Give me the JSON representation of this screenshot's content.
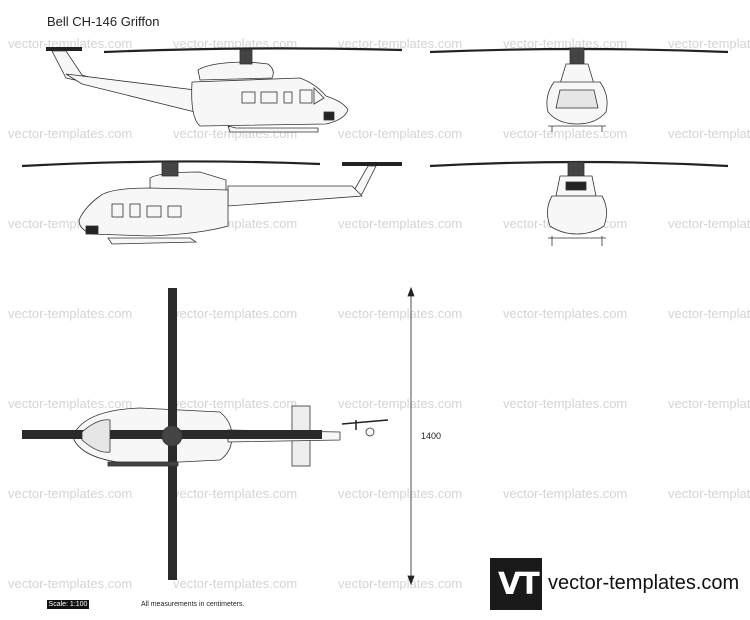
{
  "title": "Bell CH-146 Griffon",
  "watermark": "vector-templates.com",
  "dimension": {
    "label": "1400"
  },
  "scale": "Scale: 1:100",
  "measurements_note": "All measurements in centimeters.",
  "logo": {
    "mark": "VT",
    "url": "vector-templates.com"
  },
  "colors": {
    "fill": "#f7f7f7",
    "line": "#333333",
    "rotor": "#2a2a2a",
    "watermark": "#d4d4d4"
  }
}
